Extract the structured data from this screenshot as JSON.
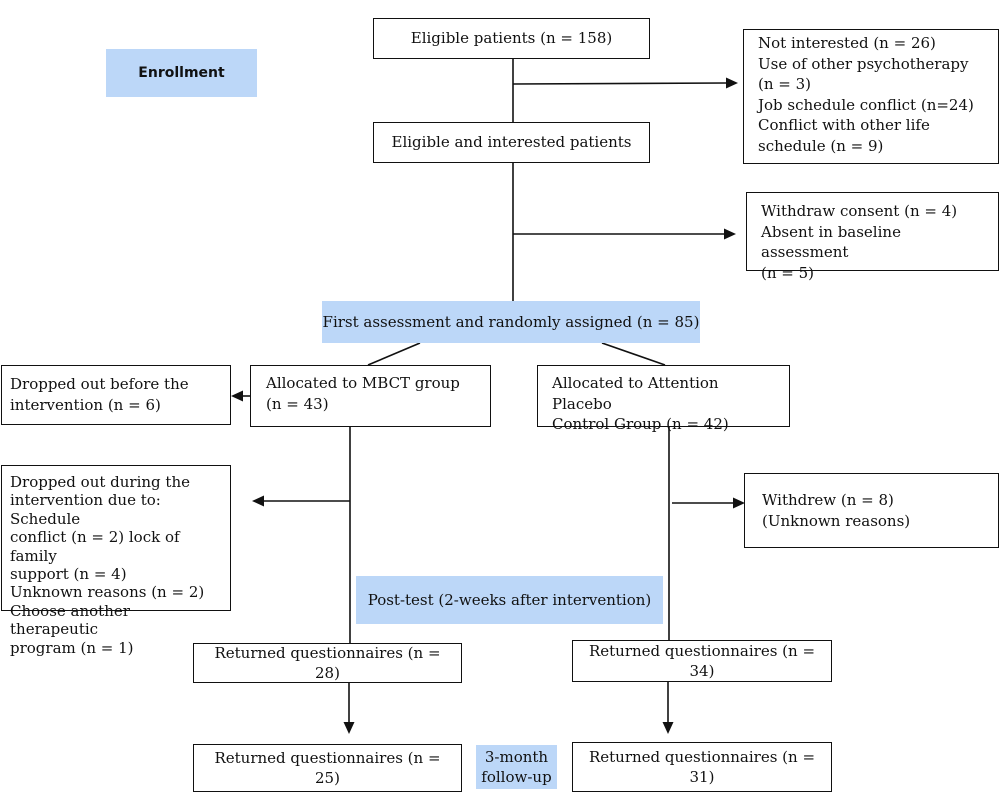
{
  "labels": {
    "enrollment": "Enrollment",
    "first_assessment": "First assessment and randomly assigned (n = 85)",
    "post_test": "Post-test (2-weeks after intervention)",
    "followup": "3-month\nfollow-up"
  },
  "boxes": {
    "eligible": "Eligible patients (n = 158)",
    "eligible_interested": "Eligible and interested patients",
    "excluded_1": "Not interested (n = 26)\nUse of other psychotherapy\n(n = 3)\nJob schedule conflict (n=24)\nConflict with other life\nschedule (n = 9)",
    "excluded_2": "Withdraw consent (n = 4)\nAbsent in baseline assessment\n(n = 5)",
    "mbct_group": "Allocated to MBCT group\n(n = 43)",
    "placebo_group": "Allocated to Attention Placebo\nControl Group (n = 42)",
    "dropped_before": "Dropped out before the\nintervention (n = 6)",
    "dropped_during": "Dropped out during the\nintervention due to: Schedule\nconflict (n = 2) lock of family\nsupport (n = 4)\nUnknown reasons (n = 2)\nChoose another therapeutic\nprogram (n = 1)",
    "withdrew": "Withdrew (n = 8)\n(Unknown reasons)",
    "mbct_post": "Returned questionnaires (n = 28)",
    "placebo_post": "Returned questionnaires (n = 34)",
    "mbct_followup": "Returned questionnaires (n = 25)",
    "placebo_followup": "Returned questionnaires (n = 31)"
  },
  "colors": {
    "highlight": "#bcd7f8",
    "border": "#111111"
  }
}
